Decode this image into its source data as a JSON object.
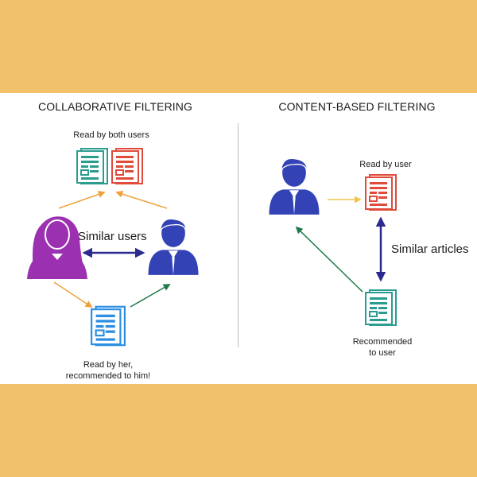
{
  "left": {
    "title": "COLLABORATIVE FILTERING",
    "read_by_both": "Read by both users",
    "similar_users": "Similar users",
    "read_by_her_line1": "Read by her,",
    "read_by_her_line2": "recommended to him!"
  },
  "right": {
    "title": "CONTENT-BASED FILTERING",
    "read_by_user": "Read by user",
    "similar_articles": "Similar articles",
    "recommended_line1": "Recommended",
    "recommended_line2": "to user"
  },
  "colors": {
    "band": "#f2c16c",
    "teal_doc": "#2a9d8f",
    "red_doc": "#e04b3b",
    "blue_doc": "#2d8fe3",
    "purple_user": "#9b30b0",
    "blue_user": "#3343b5",
    "orange_arrow": "#f0a23a",
    "green_arrow": "#1e7a4a",
    "navy_arrow": "#2c2a8f"
  },
  "icons": [
    "document-icon",
    "woman-user-icon",
    "man-user-icon",
    "arrow-icon"
  ]
}
